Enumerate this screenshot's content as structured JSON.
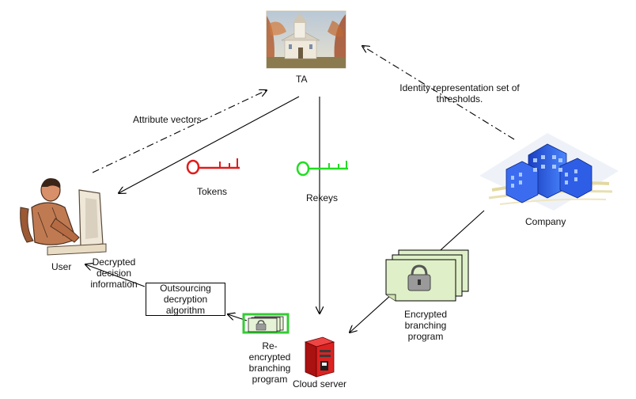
{
  "nodes": {
    "ta": "TA",
    "user": "User",
    "company": "Company",
    "cloud_server": "Cloud server"
  },
  "edges": {
    "attribute_vectors": "Attribute vectors",
    "identity_thresholds": "Identity representation set of thresholds.",
    "tokens": "Tokens",
    "rekeys": "Rekeys",
    "decrypted_info": "Decrypted decision information",
    "outsourcing_algorithm": "Outsourcing decryption algorithm",
    "encrypted_program": "Encrypted branching program",
    "reencrypted_program": "Re-encrypted branching program"
  },
  "colors": {
    "token_key": "#e01b1b",
    "rekey_key": "#22dd22",
    "doc_fill": "#dff0c8",
    "server_red": "#cc1111",
    "building_blue": "#2255dd"
  },
  "icons": {
    "ta": "church-painting-icon",
    "user": "user-at-computer-icon",
    "company": "office-buildings-icon",
    "cloud_server": "server-tower-icon",
    "tokens": "red-key-icon",
    "rekeys": "green-key-icon",
    "encrypted_program": "locked-document-stack-icon",
    "reencrypted_program": "locked-document-stack-small-icon"
  }
}
